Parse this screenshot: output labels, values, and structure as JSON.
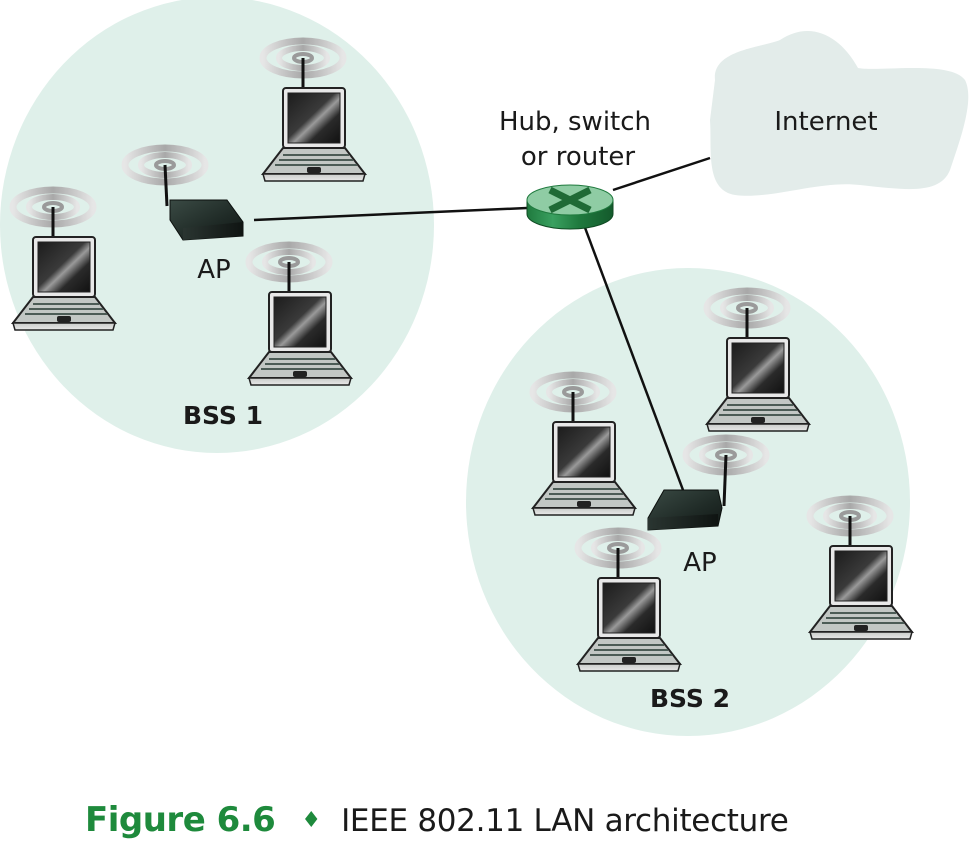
{
  "figure": {
    "title": "IEEE 802.11 LAN architecture",
    "number": "Figure 6.6",
    "separator_icon": "diamond-icon",
    "accent_color": "#1e8a3c"
  },
  "colors": {
    "bss_fill": "#dff0ea",
    "internet_fill": "#e3ecea",
    "router_green": "#6fbf8c",
    "router_dark": "#1f7a3e",
    "link": "#111111"
  },
  "nodes": {
    "hub": {
      "label_line1": "Hub, switch",
      "label_line2": "or router",
      "icon": "router-icon"
    },
    "internet": {
      "label": "Internet",
      "icon": "cloud-icon"
    }
  },
  "bss": [
    {
      "label": "BSS 1",
      "ap_label": "AP",
      "laptop_count": 3
    },
    {
      "label": "BSS 2",
      "ap_label": "AP",
      "laptop_count": 4
    }
  ]
}
